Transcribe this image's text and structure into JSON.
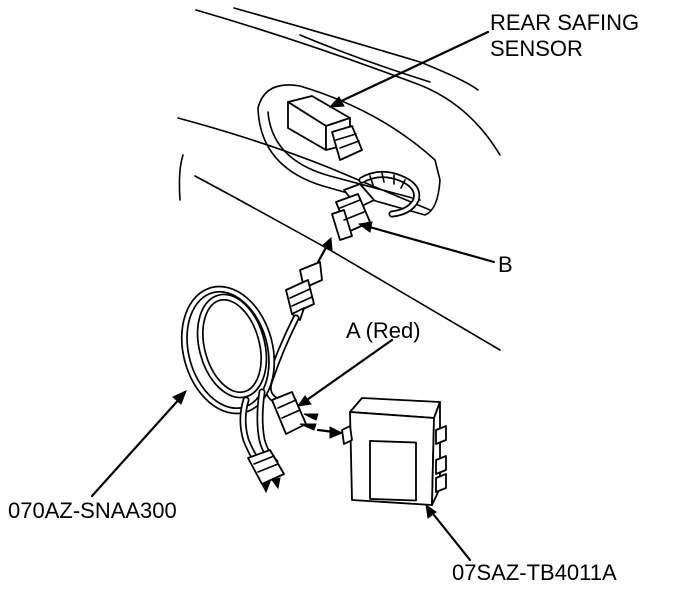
{
  "labels": {
    "rear_safing_sensor_line1": "REAR SAFING",
    "rear_safing_sensor_line2": "SENSOR",
    "b": "B",
    "a_red": "A (Red)",
    "tool_cable": "070AZ-SNAA300",
    "tool_box": "07SAZ-TB4011A"
  }
}
